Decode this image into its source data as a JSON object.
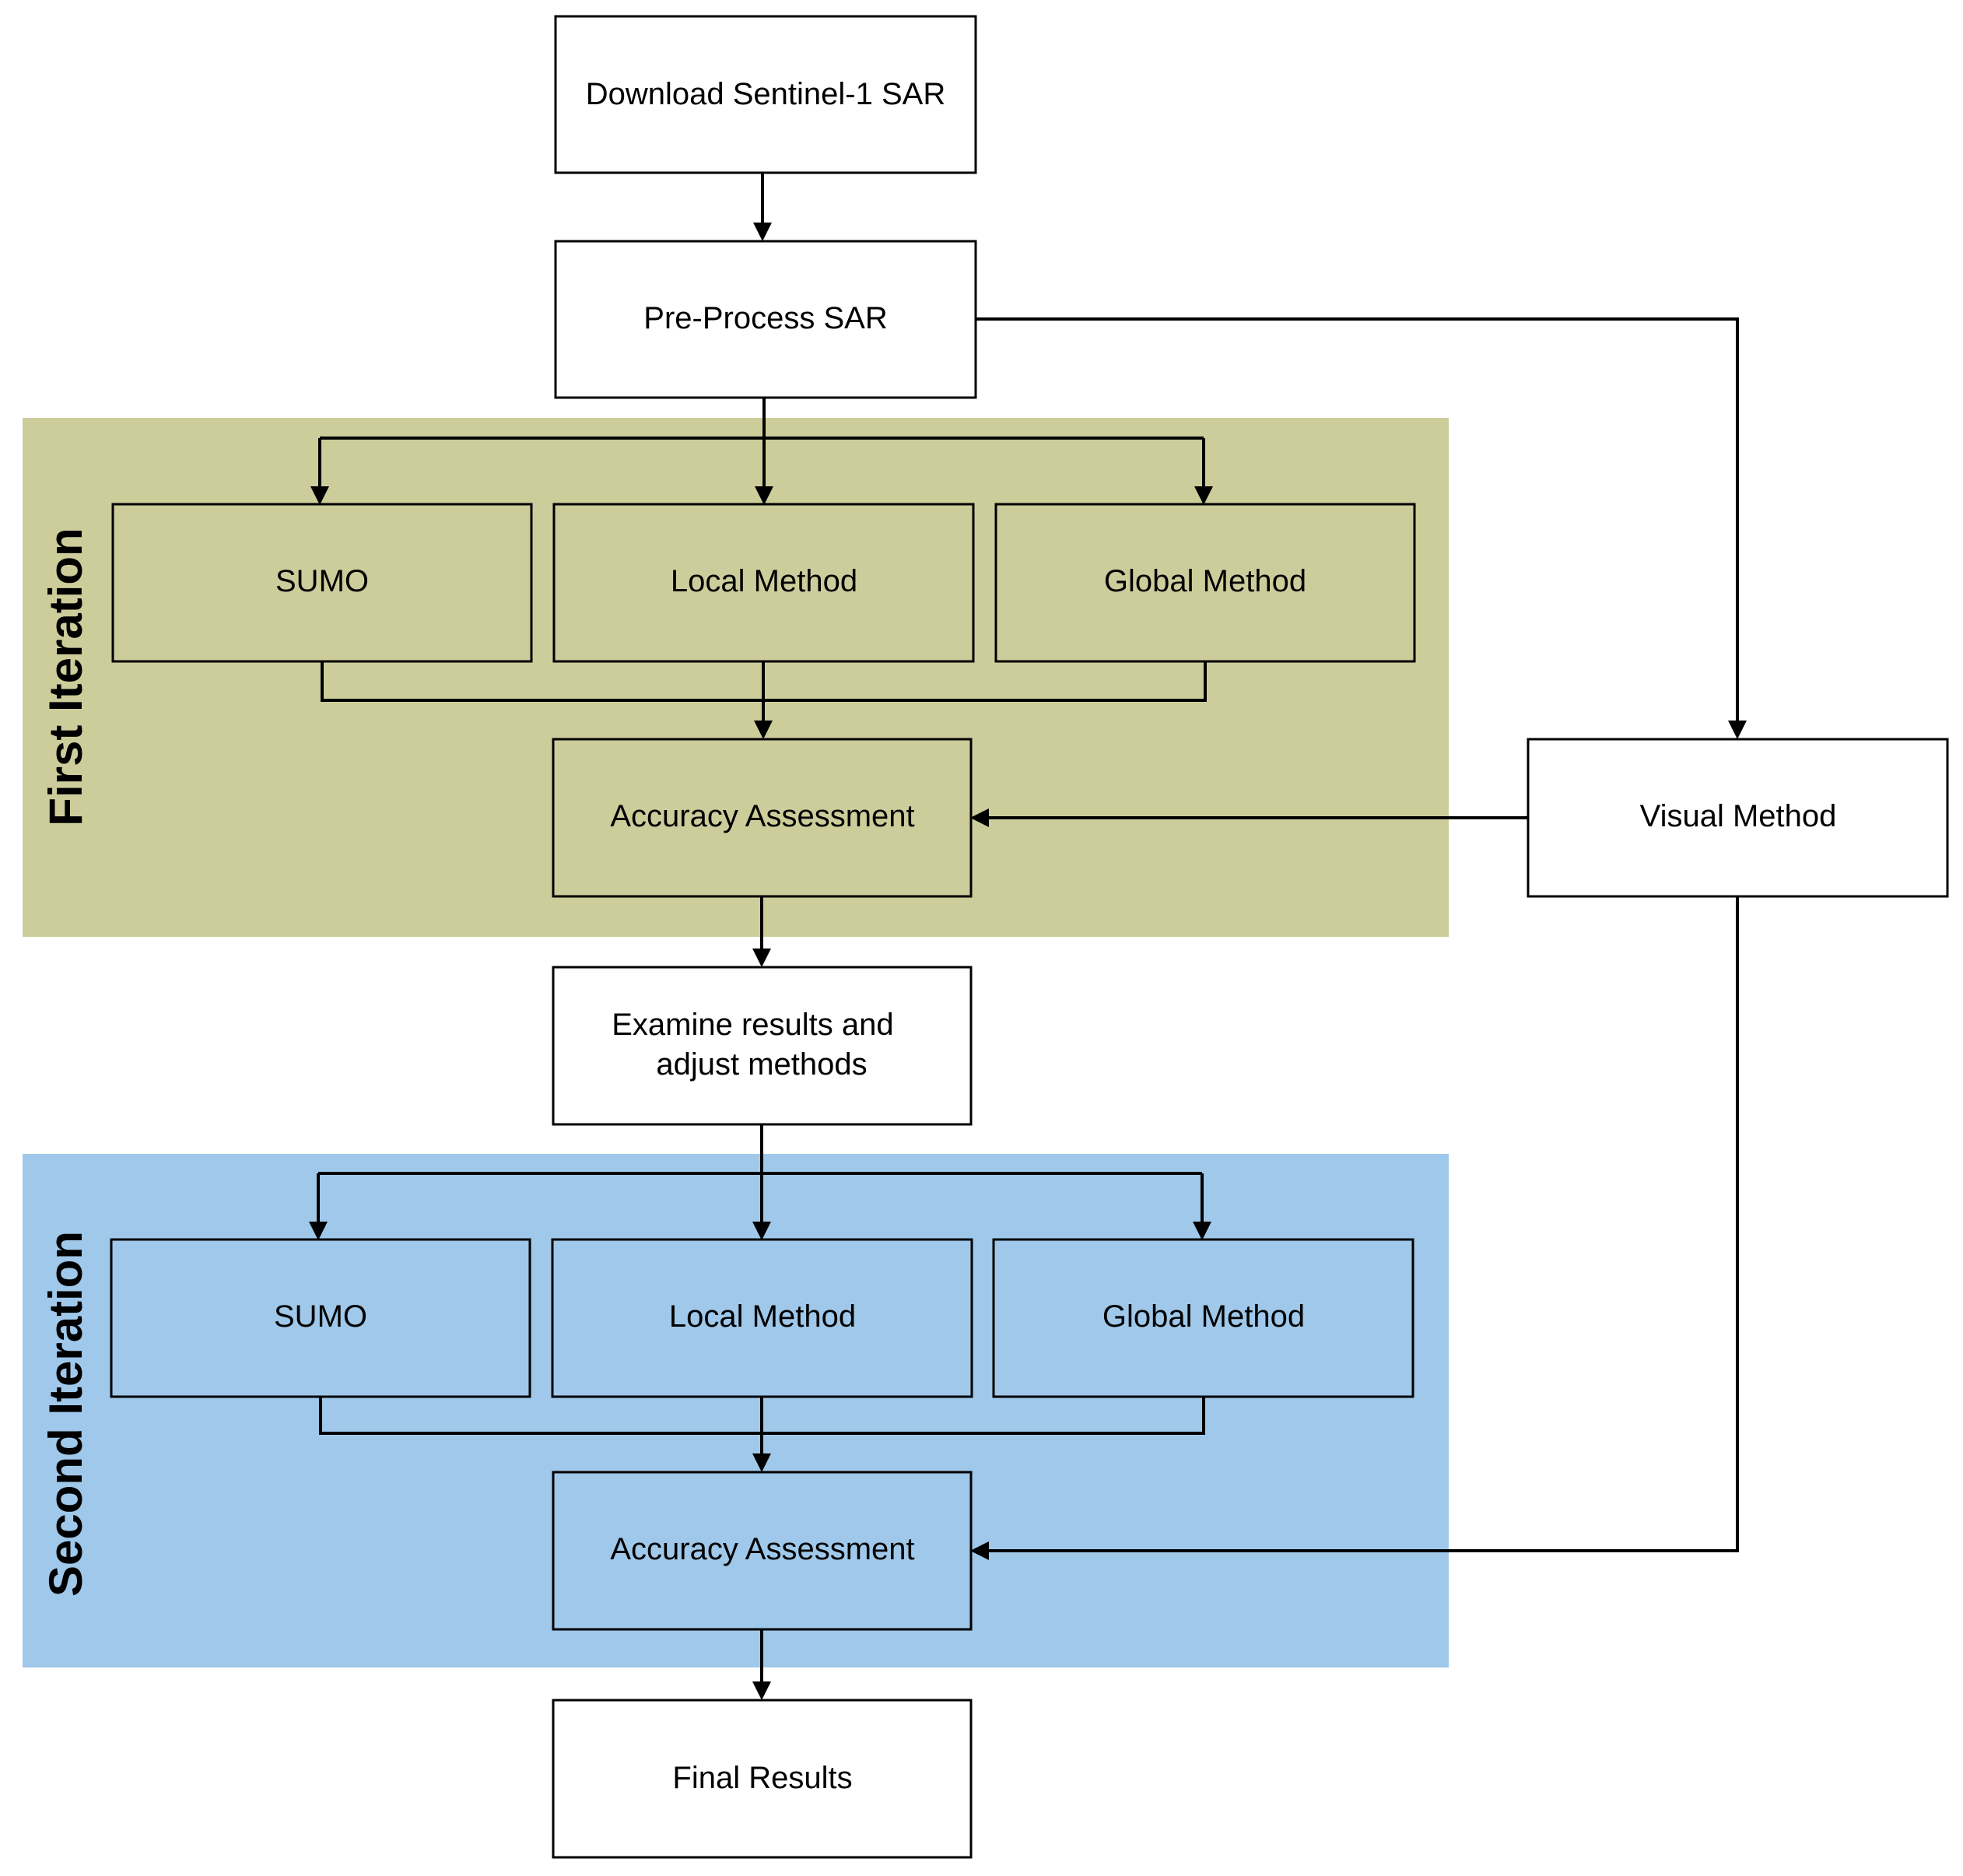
{
  "colors": {
    "first_iteration_band": "#cdcd9b",
    "second_iteration_band": "#9fc8ea",
    "box_white": "#ffffff",
    "line": "#000000"
  },
  "bands": {
    "first": "First Iteration",
    "second": "Second Iteration"
  },
  "nodes": {
    "download": "Download Sentinel-1 SAR",
    "preprocess": "Pre-Process SAR",
    "sumo_1": "SUMO",
    "local_1": "Local Method",
    "global_1": "Global Method",
    "accuracy_1": "Accuracy Assessment",
    "visual": "Visual Method",
    "examine": [
      "Examine results and",
      "adjust methods"
    ],
    "sumo_2": "SUMO",
    "local_2": "Local Method",
    "global_2": "Global Method",
    "accuracy_2": "Accuracy Assessment",
    "final": "Final Results"
  }
}
